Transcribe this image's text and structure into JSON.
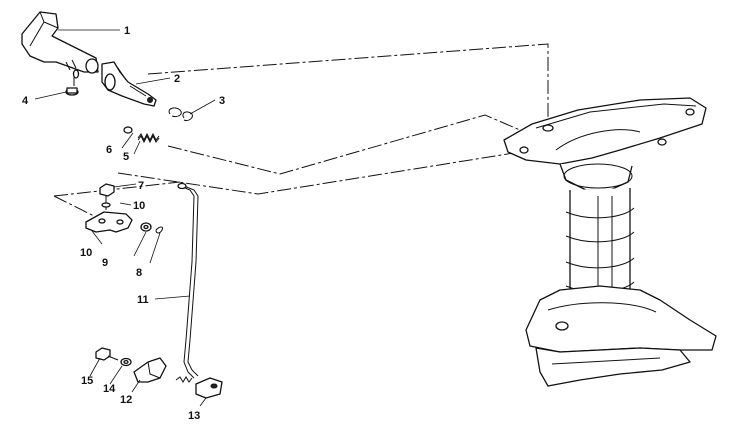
{
  "callouts": [
    {
      "id": "1",
      "text": "1"
    },
    {
      "id": "2",
      "text": "2"
    },
    {
      "id": "3",
      "text": "3"
    },
    {
      "id": "4",
      "text": "4"
    },
    {
      "id": "5",
      "text": "5"
    },
    {
      "id": "6",
      "text": "6"
    },
    {
      "id": "7",
      "text": "7"
    },
    {
      "id": "8",
      "text": "8"
    },
    {
      "id": "9",
      "text": "9"
    },
    {
      "id": "10a",
      "text": "10"
    },
    {
      "id": "10b",
      "text": "10"
    },
    {
      "id": "11",
      "text": "11"
    },
    {
      "id": "12",
      "text": "12"
    },
    {
      "id": "13",
      "text": "13"
    },
    {
      "id": "14",
      "text": "14"
    },
    {
      "id": "15",
      "text": "15"
    }
  ]
}
